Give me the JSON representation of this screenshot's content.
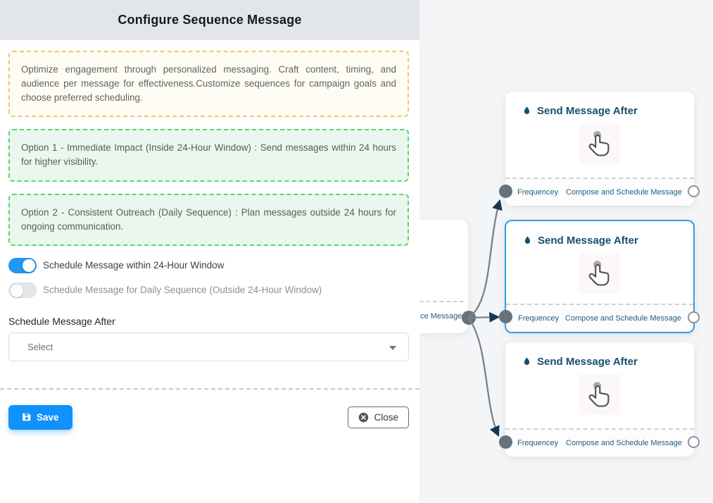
{
  "panel": {
    "header": {
      "title": "Configure Sequence Message"
    },
    "info_box": {
      "text": "Optimize engagement through personalized messaging. Craft content, timing, and audience per message for effectiveness.Customize sequences for campaign goals and choose preferred scheduling."
    },
    "option_boxes": [
      {
        "text": "Option 1 - Immediate Impact (Inside 24-Hour Window) : Send messages within 24 hours for higher visibility."
      },
      {
        "text": "Option 2 - Consistent Outreach (Daily Sequence) : Plan messages outside 24 hours for ongoing communication."
      }
    ],
    "toggles": [
      {
        "label": "Schedule Message within 24-Hour Window",
        "state": "on"
      },
      {
        "label": "Schedule Message for Daily Sequence (Outside 24-Hour Window)",
        "state": "off"
      }
    ],
    "schedule_after": {
      "label": "Schedule Message After",
      "selected_value": "Select"
    },
    "footer": {
      "save_label": "Save",
      "close_label": "Close"
    }
  },
  "canvas": {
    "partial_node": {
      "footer_text": "ce Message"
    },
    "nodes": [
      {
        "title": "Send Message After",
        "footer_left": "Frequencey",
        "footer_right": "Compose and Schedule Message",
        "selected": false
      },
      {
        "title": "Send Message After",
        "footer_left": "Frequencey",
        "footer_right": "Compose and Schedule Message",
        "selected": true
      },
      {
        "title": "Send Message After",
        "footer_left": "Frequencey",
        "footer_right": "Compose and Schedule Message",
        "selected": false
      }
    ],
    "icons": {
      "node_title_icon": "droplet-icon",
      "node_body_icon": "tap-hand-icon",
      "save_icon": "floppy-icon",
      "close_icon": "circle-x-icon",
      "select_icon": "caret-down-icon"
    }
  },
  "colors": {
    "accent_blue": "#1191fb",
    "toggle_on": "#2196f3",
    "selected_node_border": "#2f9fe9",
    "node_title": "#174f6d",
    "edge": "#78828e",
    "arrowhead": "#16374f",
    "canvas_bg": "#f4f5f7",
    "panel_header_bg": "#e2e6ea",
    "info_border": "#f3c469",
    "option_border": "#57d966"
  }
}
